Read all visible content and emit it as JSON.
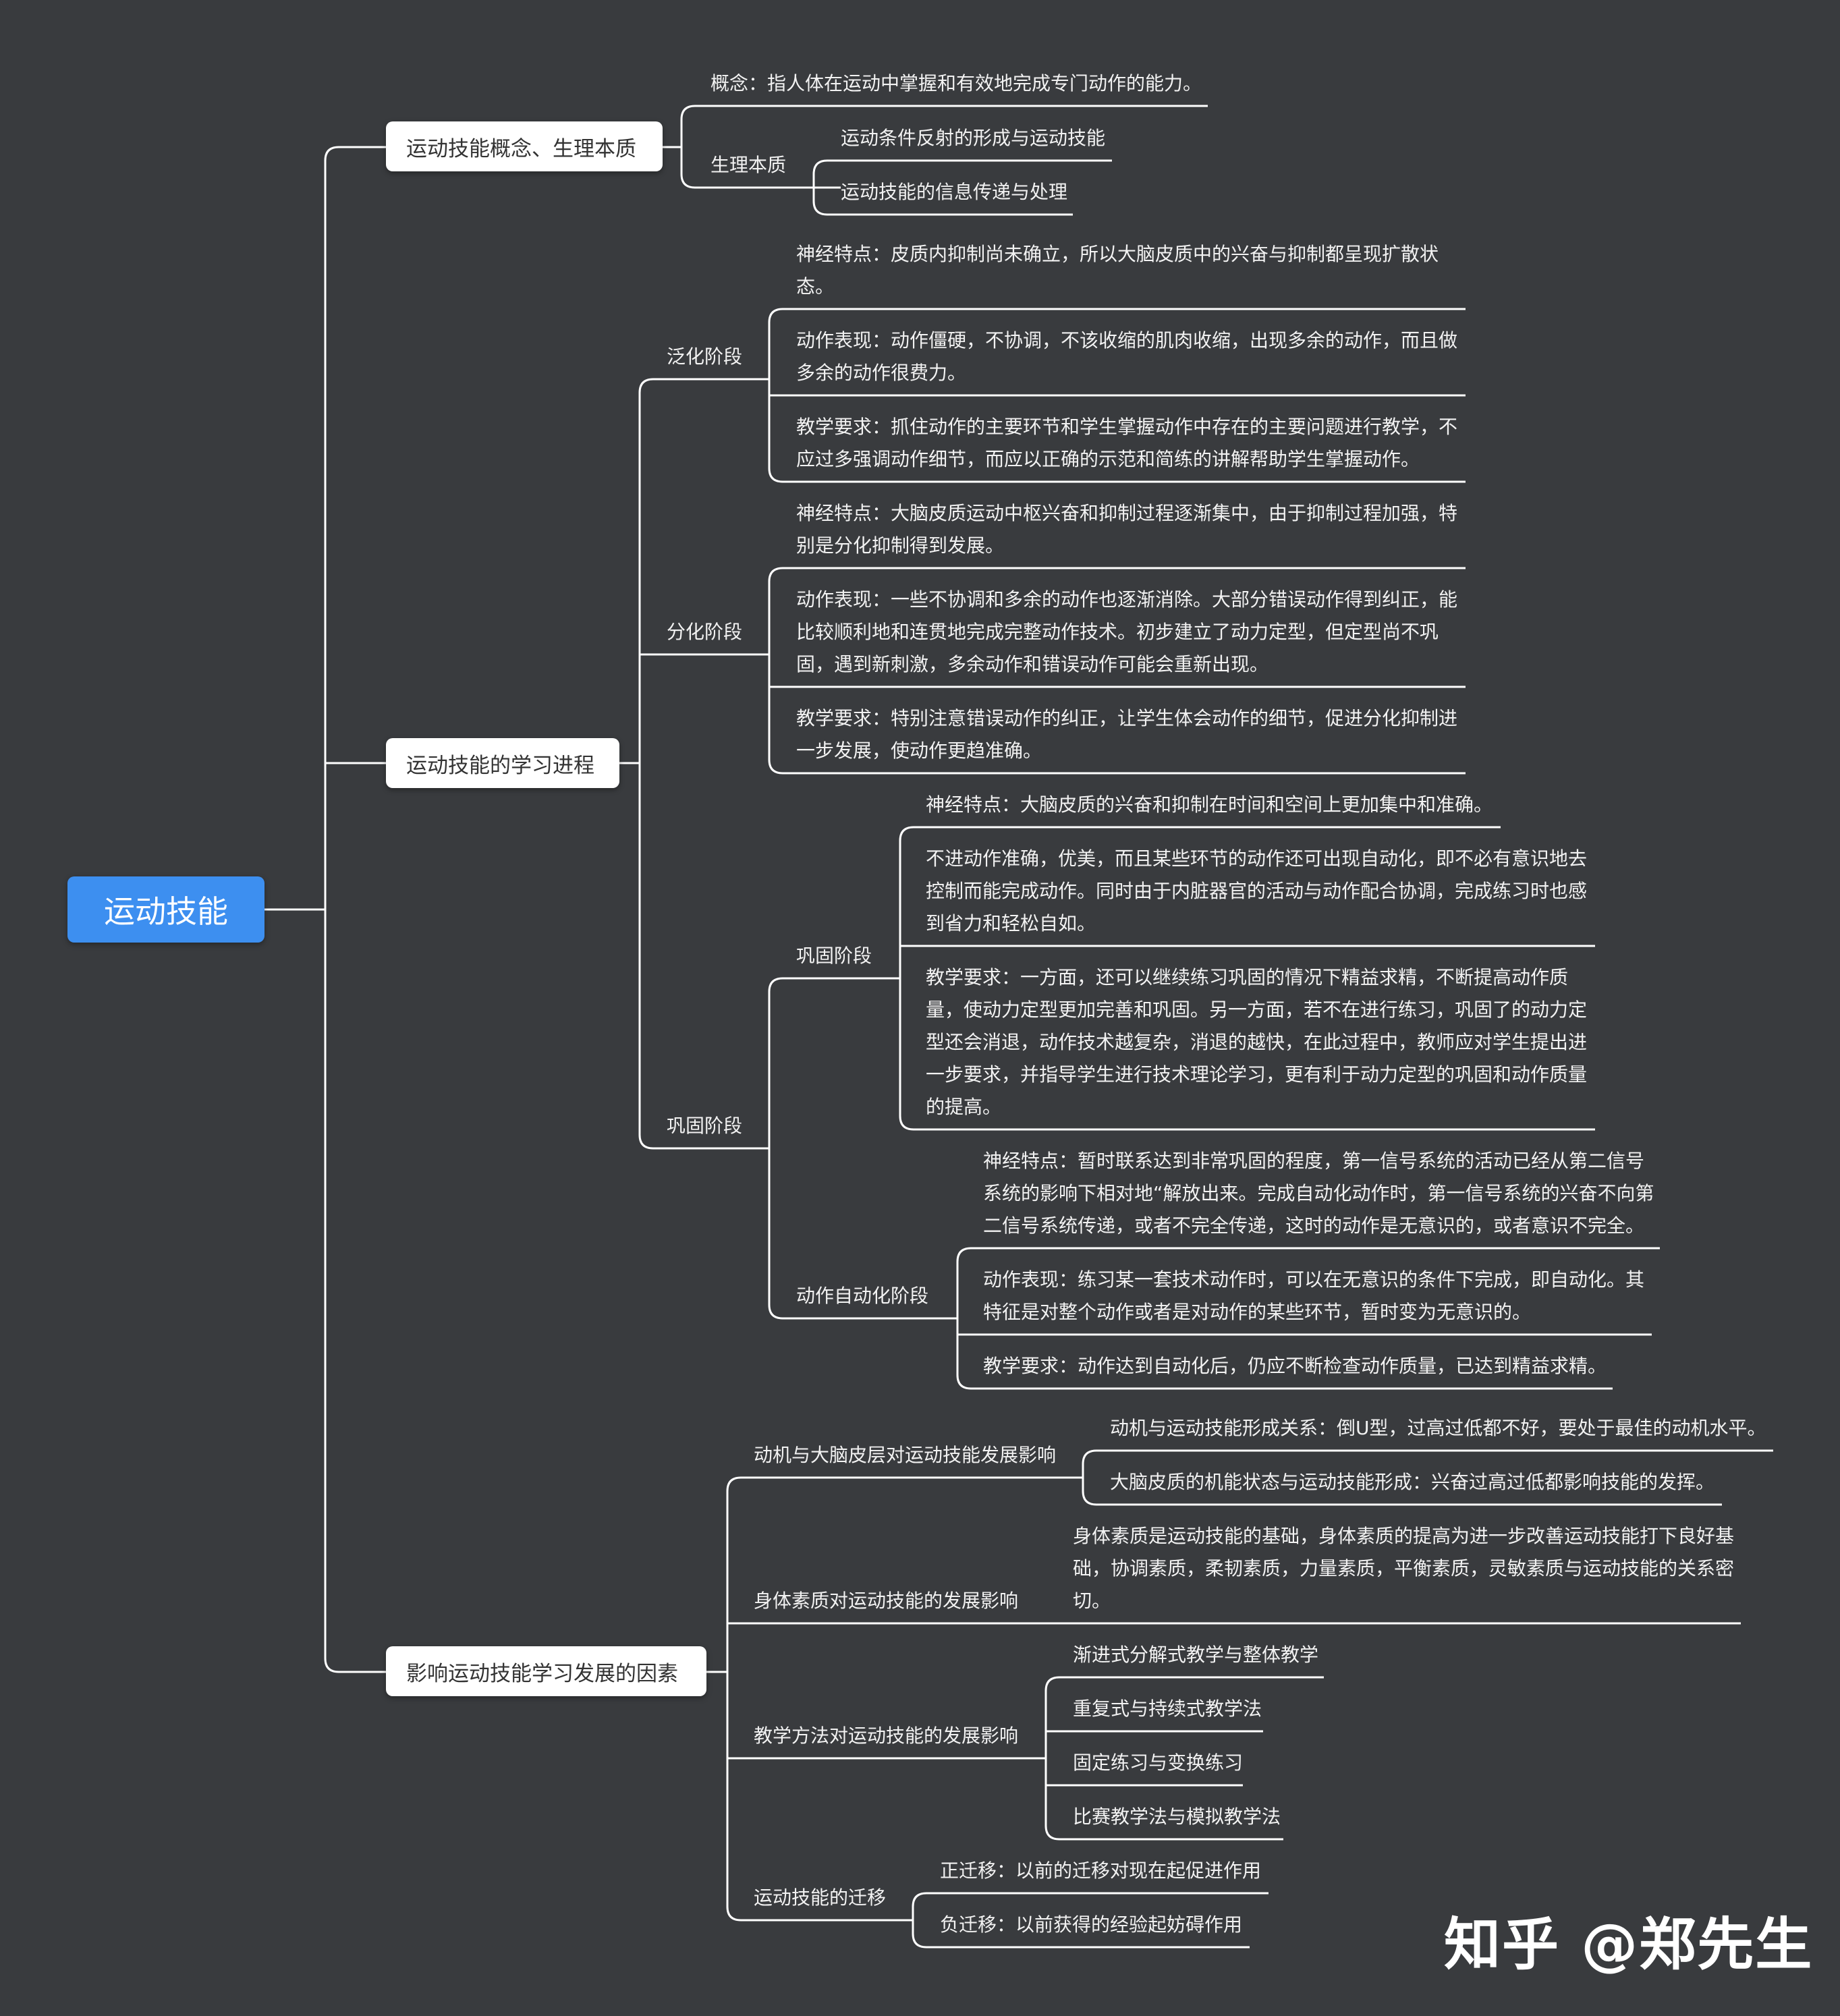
{
  "root": "运动技能",
  "sec1": {
    "title": "运动技能概念、生理本质",
    "concept": "概念：指人体在运动中掌握和有效地完成专门动作的能力。",
    "physio": "生理本质",
    "physio_items": [
      "运动条件反射的形成与运动技能",
      "运动技能的信息传递与处理"
    ]
  },
  "sec2": {
    "title": "运动技能的学习进程",
    "stage1": {
      "name": "泛化阶段",
      "neuro": "神经特点：皮质内抑制尚未确立，所以大脑皮质中的兴奋与抑制都呈现扩散状态。",
      "action": "动作表现：动作僵硬，不协调，不该收缩的肌肉收缩，出现多余的动作，而且做多余的动作很费力。",
      "teach": "教学要求：抓住动作的主要环节和学生掌握动作中存在的主要问题进行教学，不应过多强调动作细节，而应以正确的示范和简练的讲解帮助学生掌握动作。"
    },
    "stage2": {
      "name": "分化阶段",
      "neuro": "神经特点：大脑皮质运动中枢兴奋和抑制过程逐渐集中，由于抑制过程加强，特别是分化抑制得到发展。",
      "action": "动作表现：一些不协调和多余的动作也逐渐消除。大部分错误动作得到纠正，能比较顺利地和连贯地完成完整动作技术。初步建立了动力定型，但定型尚不巩固，遇到新刺激，多余动作和错误动作可能会重新出现。",
      "teach": "教学要求：特别注意错误动作的纠正，让学生体会动作的细节，促进分化抑制进一步发展，使动作更趋准确。"
    },
    "stage3": {
      "name": "巩固阶段",
      "sub1": {
        "name": "巩固阶段",
        "neuro": "神经特点：大脑皮质的兴奋和抑制在时间和空间上更加集中和准确。",
        "action": "不进动作准确，优美，而且某些环节的动作还可出现自动化，即不必有意识地去控制而能完成动作。同时由于内脏器官的活动与动作配合协调，完成练习时也感到省力和轻松自如。",
        "teach": "教学要求：一方面，还可以继续练习巩固的情况下精益求精，不断提高动作质量，使动力定型更加完善和巩固。另一方面，若不在进行练习，巩固了的动力定型还会消退，动作技术越复杂，消退的越快，在此过程中，教师应对学生提出进一步要求，并指导学生进行技术理论学习，更有利于动力定型的巩固和动作质量的提高。"
      },
      "sub2": {
        "name": "动作自动化阶段",
        "neuro": "神经特点：暂时联系达到非常巩固的程度，第一信号系统的活动已经从第二信号系统的影响下相对地“解放出来。完成自动化动作时，第一信号系统的兴奋不向第二信号系统传递，或者不完全传递，这时的动作是无意识的，或者意识不完全。",
        "action": "动作表现：练习某一套技术动作时，可以在无意识的条件下完成，即自动化。其特征是对整个动作或者是对动作的某些环节，暂时变为无意识的。",
        "teach": "教学要求：动作达到自动化后，仍应不断检查动作质量，已达到精益求精。"
      }
    }
  },
  "sec3": {
    "title": "影响运动技能学习发展的因素",
    "f1": {
      "name": "动机与大脑皮层对运动技能发展影响",
      "items": [
        "动机与运动技能形成关系：倒U型，过高过低都不好，要处于最佳的动机水平。",
        "大脑皮质的机能状态与运动技能形成：兴奋过高过低都影响技能的发挥。"
      ]
    },
    "f2": {
      "name": "身体素质对运动技能的发展影响",
      "text": "身体素质是运动技能的基础，身体素质的提高为进一步改善运动技能打下良好基础，协调素质，柔韧素质，力量素质，平衡素质，灵敏素质与运动技能的关系密切。"
    },
    "f3": {
      "name": "教学方法对运动技能的发展影响",
      "items": [
        "渐进式分解式教学与整体教学",
        "重复式与持续式教学法",
        "固定练习与变换练习",
        "比赛教学法与模拟教学法"
      ]
    },
    "f4": {
      "name": "运动技能的迁移",
      "items": [
        "正迁移：以前的迁移对现在起促进作用",
        "负迁移：以前获得的经验起妨碍作用"
      ]
    }
  },
  "watermark": "知乎 @郑先生",
  "colors": {
    "background": "#393b3e",
    "root": "#3d8ff0",
    "line": "#ffffff",
    "box": "#ffffff"
  }
}
